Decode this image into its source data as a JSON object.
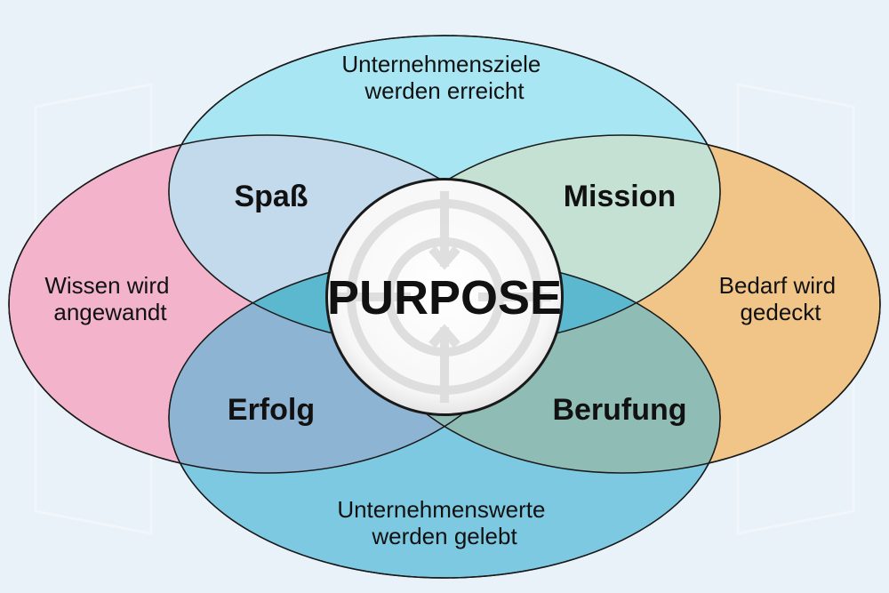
{
  "center": {
    "label": "PURPOSE",
    "color": "#1f93b8"
  },
  "circles": {
    "top": {
      "lines": [
        "Unternehmensziele",
        "werden erreicht"
      ],
      "color": "#a8e6f3"
    },
    "left": {
      "lines": [
        "Wissen wird",
        "angewandt"
      ],
      "color": "#f2b3cb"
    },
    "right": {
      "lines": [
        "Bedarf wird",
        "gedeckt"
      ],
      "color": "#f0c587"
    },
    "bottom": {
      "lines": [
        "Unternehmenswerte",
        "werden gelebt"
      ],
      "color": "#7ec9e2"
    }
  },
  "overlaps": {
    "top_left": "Spaß",
    "top_right": "Mission",
    "bottom_left": "Erfolg",
    "bottom_right": "Berufung"
  }
}
